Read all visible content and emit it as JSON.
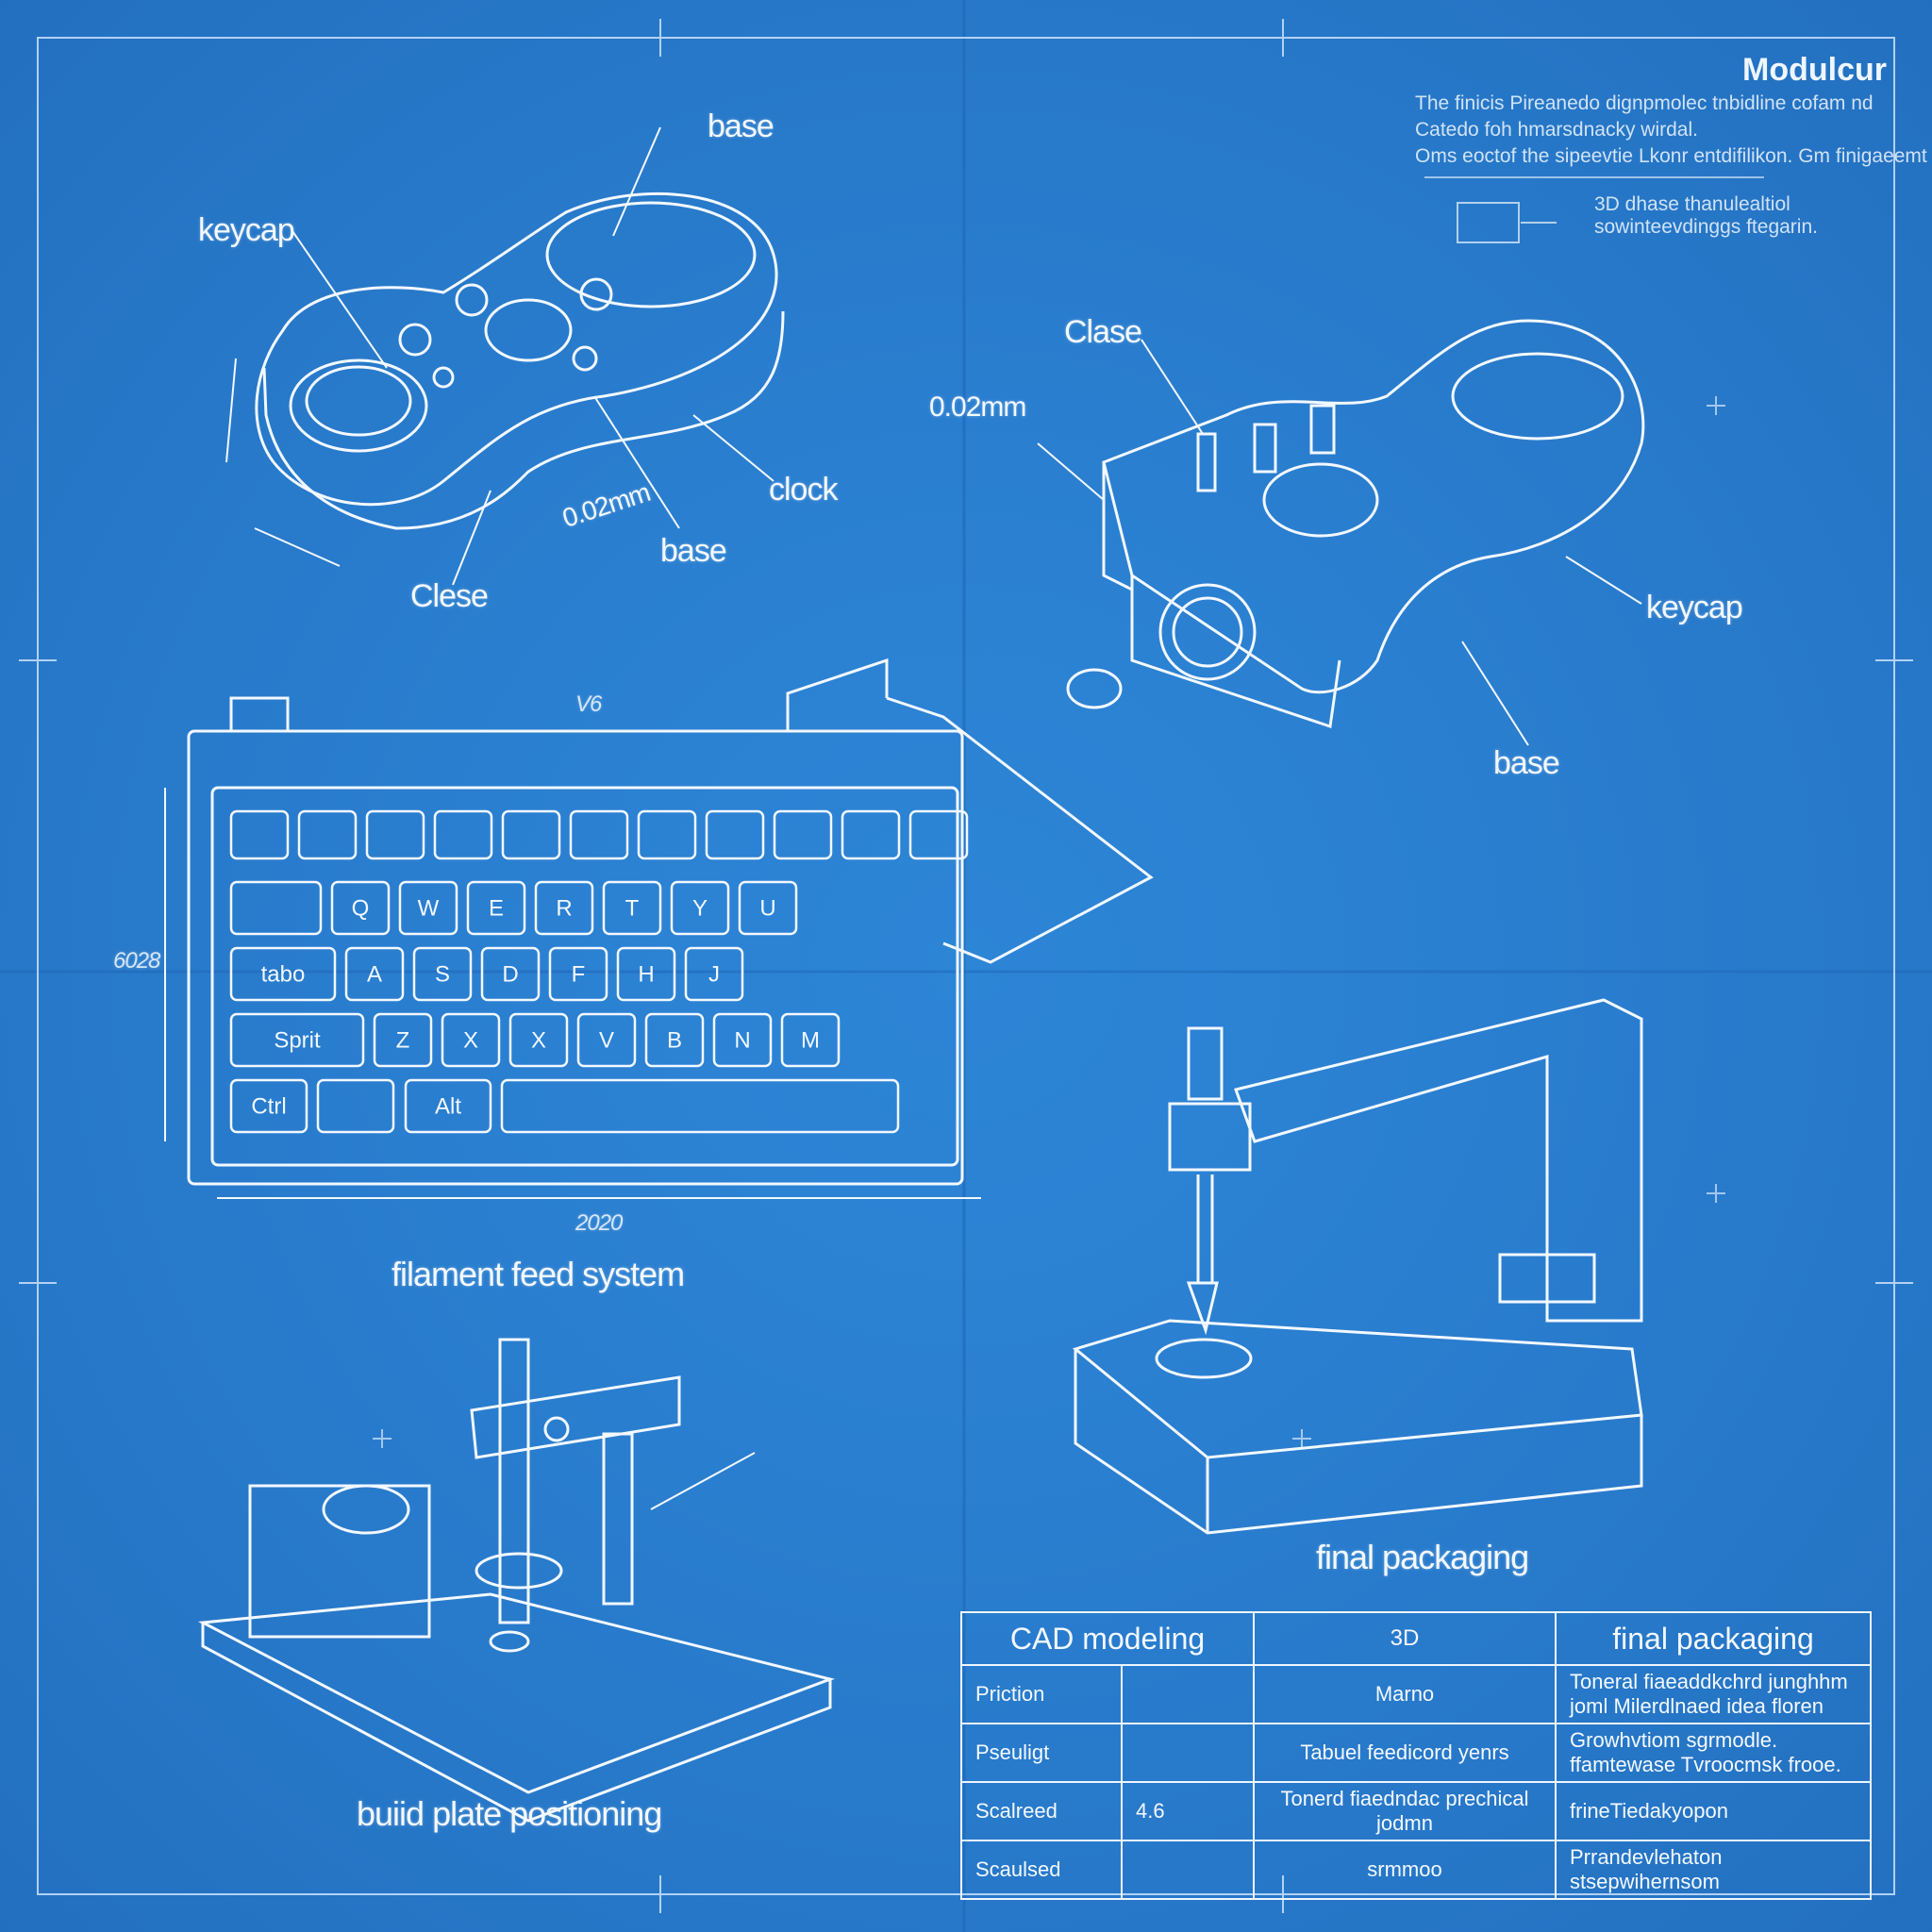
{
  "title_block": {
    "title": "Modulcur",
    "lines": [
      "The finicis Pireanedo dignpmolec tnbidline cofam nd",
      "Catedo foh hmarsdnacky wirdal.",
      "Oms eoctof the sipeevtie Lkonr entdifilikon. Gm finigaeemt"
    ],
    "note_lines": [
      "3D dhase thanulealtiol",
      "sowinteevdinggs ftegarin."
    ]
  },
  "labels": {
    "controller_top_left": {
      "keycap": "keycap",
      "base_top": "base",
      "clock": "clock",
      "base_bottom": "base",
      "clese": "Clese",
      "dim_thickness": "0.02mm"
    },
    "controller_right": {
      "clase": "Clase",
      "dim_thickness": "0.02mm",
      "keycap": "keycap",
      "base": "base"
    },
    "keyboard": {
      "dim_width": "2020",
      "dim_height": "6028",
      "dim_top": "V6"
    },
    "captions": {
      "filament": "filament feed system",
      "build_plate": "buiid plate positioning",
      "final_packaging": "final packaging"
    },
    "keys": {
      "row_q": [
        "Q",
        "W",
        "E",
        "R",
        "T",
        "Y",
        "U"
      ],
      "row_a": [
        "A",
        "S",
        "D",
        "F",
        "H",
        "J"
      ],
      "row_z": [
        "Z",
        "X",
        "X",
        "V",
        "B",
        "N",
        "M"
      ],
      "mod_tab": "tabo",
      "mod_shift": "Sprit",
      "mod_ctrl": "Ctrl",
      "mod_alt": "Alt"
    }
  },
  "spec_table": {
    "headers": [
      "CAD modeling",
      "3D",
      "final packaging"
    ],
    "rows": [
      {
        "c1": "Priction",
        "c2": "",
        "c3": "Marno",
        "c4": "Toneral fiaeaddkchrd junghhm joml Milerdlnaed idea floren"
      },
      {
        "c1": "Pseuligt",
        "c2": "",
        "c3": "Tabuel feedicord yenrs",
        "c4": "Growhvtiom sgrmodle. ffamtewase Tvroocmsk frooe."
      },
      {
        "c1": "Scalreed",
        "c2": "4.6",
        "c3": "Tonerd fiaedndac prechical jodmn",
        "c4": "frineTiedakyopon"
      },
      {
        "c1": "Scaulsed",
        "c2": "",
        "c3": "srmmoo",
        "c4": "Prrandevlehaton stsepwihernsom"
      }
    ]
  },
  "colors": {
    "paper": "#2a7fd0",
    "ink": "#eef6ff"
  }
}
